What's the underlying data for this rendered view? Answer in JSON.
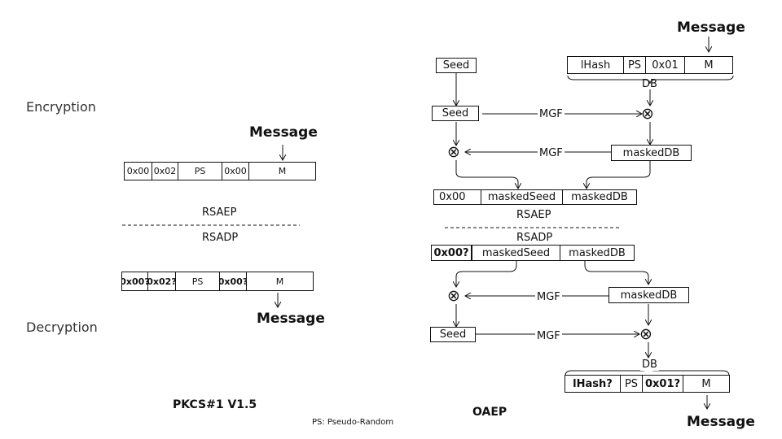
{
  "pkcs": {
    "encryption_label": "Encryption",
    "decryption_label": "Decryption",
    "message_top": "Message",
    "message_bottom": "Message",
    "enc_cells": [
      "0x00",
      "0x02",
      "PS",
      "0x00",
      "M"
    ],
    "dec_cells": [
      "0x00?",
      "0x02?",
      "PS",
      "0x00?",
      "M"
    ],
    "rsaep": "RSAEP",
    "rsadp": "RSADP",
    "title": "PKCS#1 V1.5",
    "footnote": "PS: Pseudo-Random"
  },
  "oaep": {
    "title": "OAEP",
    "message_top": "Message",
    "message_bottom": "Message",
    "seed_top": "Seed",
    "seed_mid": "Seed",
    "db_top_cells": [
      "lHash",
      "PS",
      "0x01",
      "M"
    ],
    "db_label_top": "DB",
    "mgf_1": "MGF",
    "mgf_2": "MGF",
    "masked_db_enc": "maskedDB",
    "enc_row": [
      "0x00",
      "maskedSeed",
      "maskedDB"
    ],
    "rsaep": "RSAEP",
    "rsadp": "RSADP",
    "dec_row": [
      "0x00?",
      "maskedSeed",
      "maskedDB"
    ],
    "masked_db_dec": "maskedDB",
    "mgf_3": "MGF",
    "mgf_4": "MGF",
    "seed_dec": "Seed",
    "db_label_bottom": "DB",
    "db_bottom_cells": [
      "lHash?",
      "PS",
      "0x01?",
      "M"
    ]
  }
}
